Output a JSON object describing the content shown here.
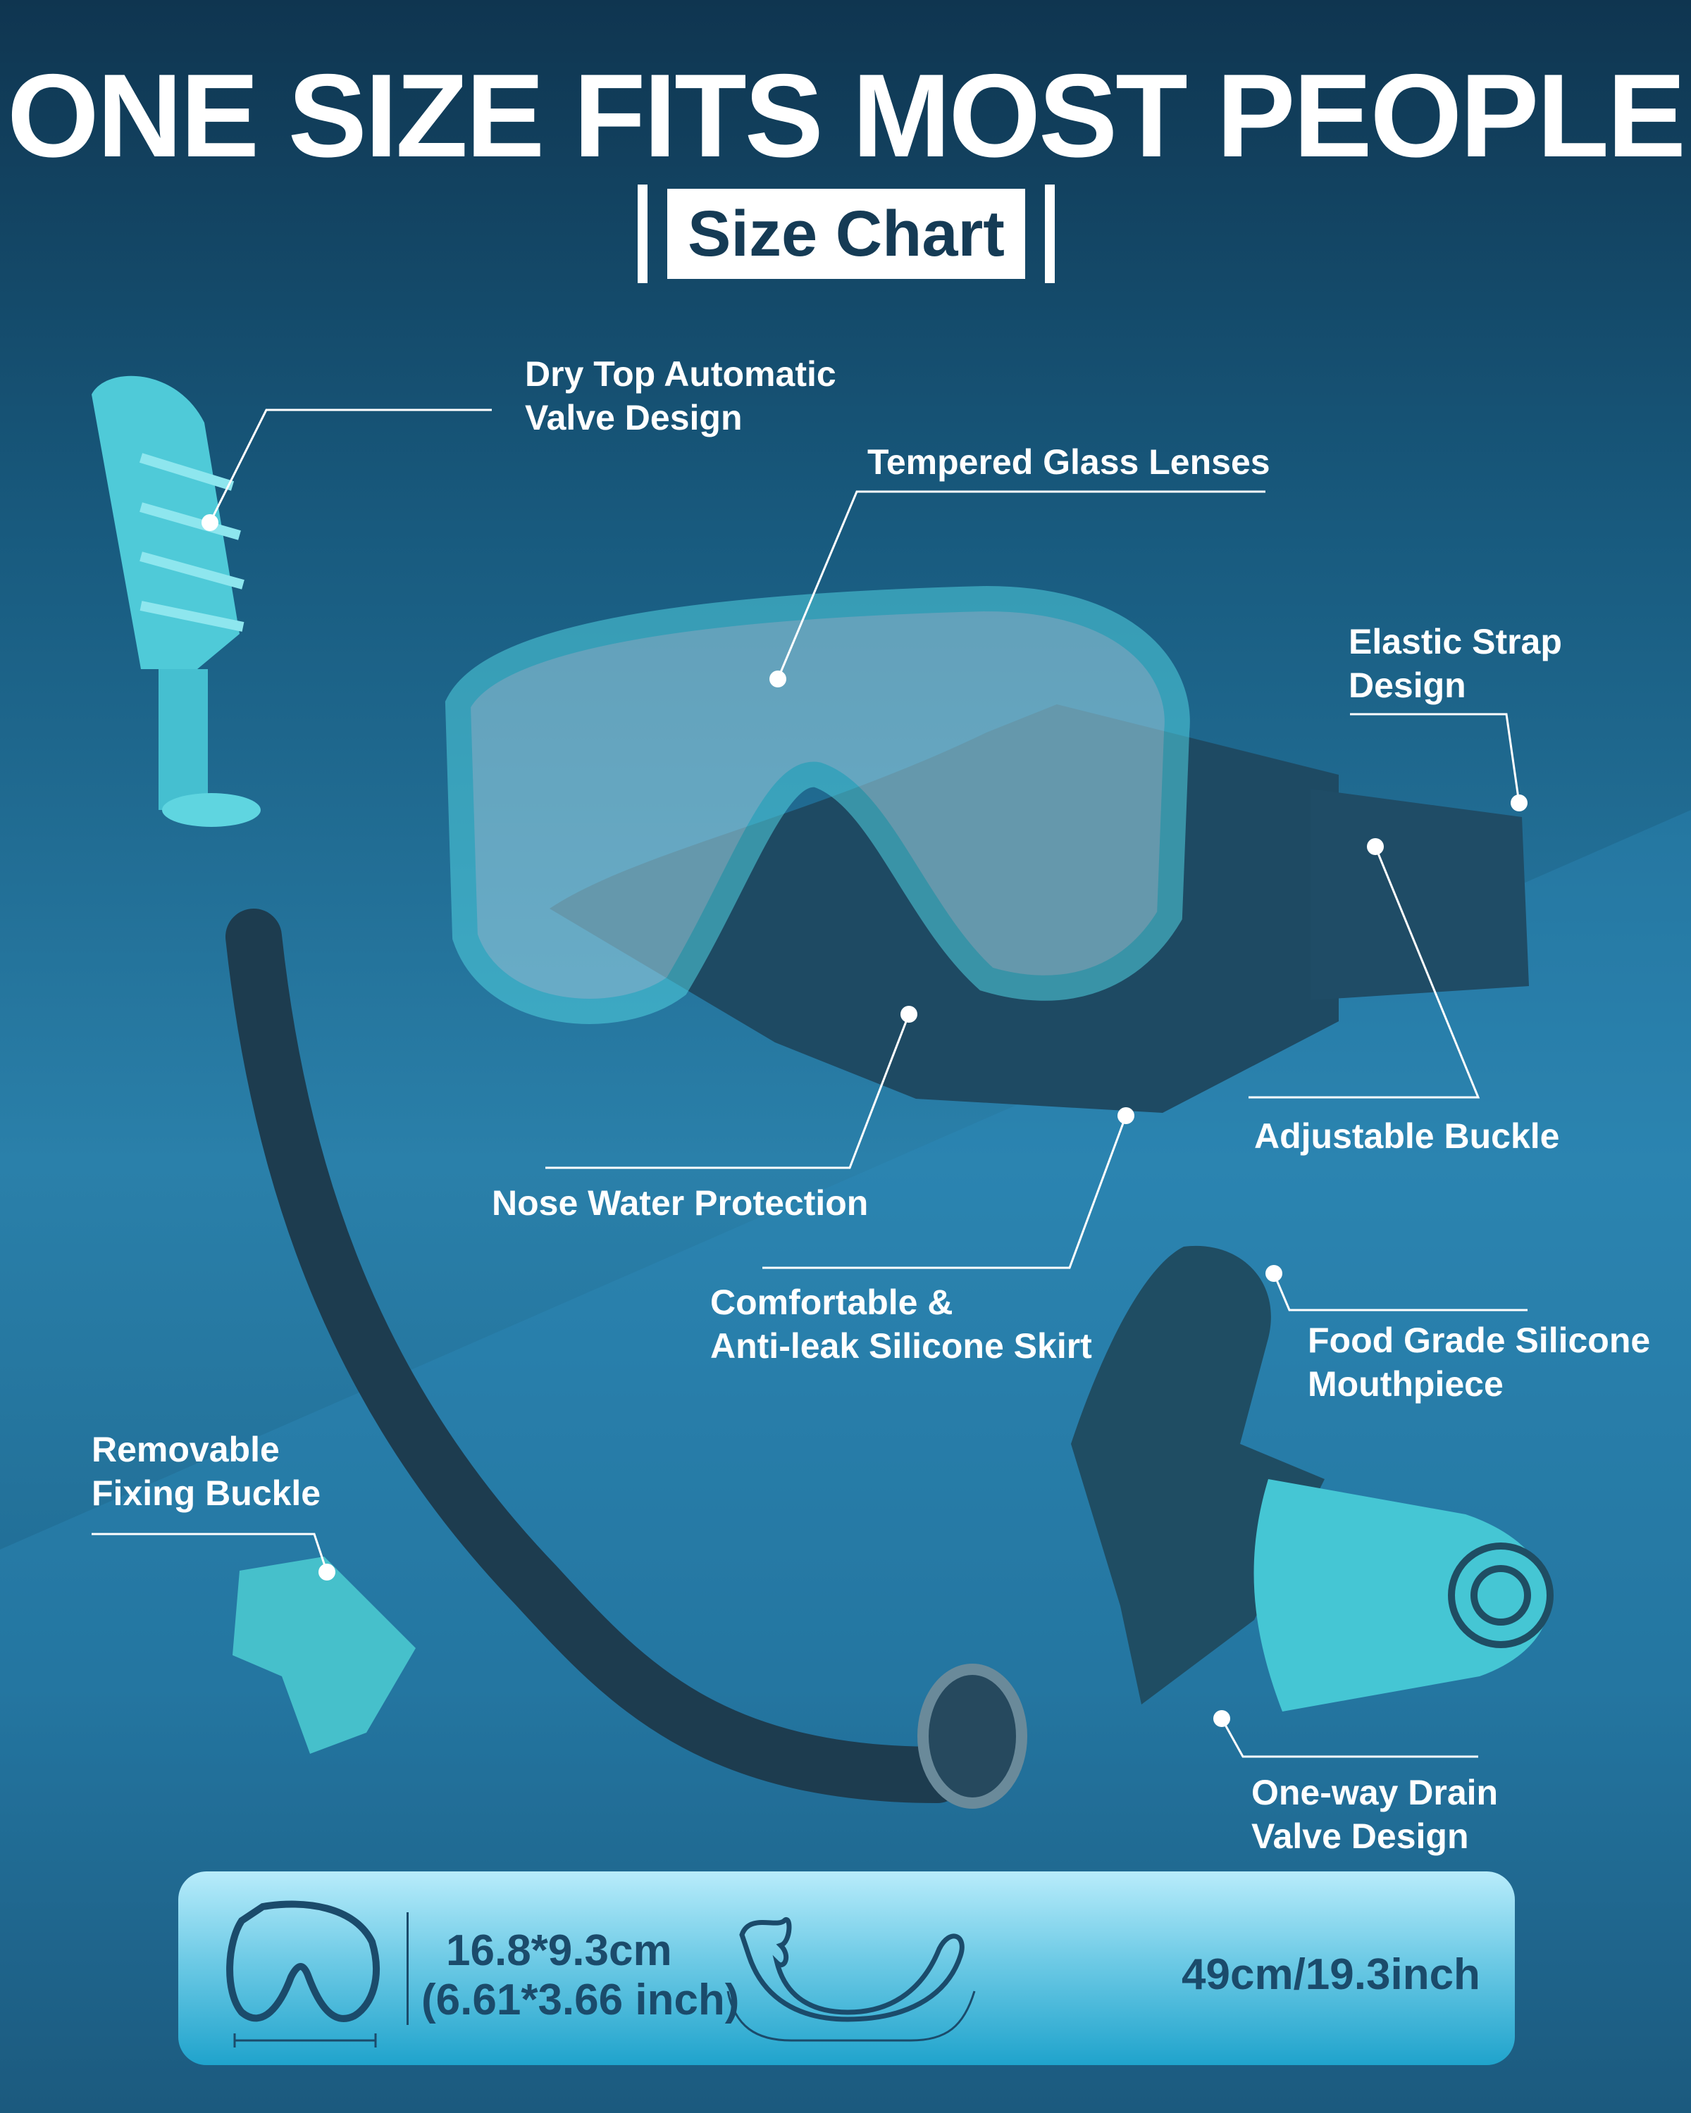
{
  "header": {
    "title": "ONE SIZE FITS MOST PEOPLE",
    "subtitle": "Size Chart"
  },
  "features": [
    {
      "line1": "Dry Top Automatic",
      "line2": "Valve Design"
    },
    {
      "line1": "Tempered Glass Lenses"
    },
    {
      "line1": "Elastic Strap",
      "line2": "Design"
    },
    {
      "line1": "Adjustable Buckle"
    },
    {
      "line1": "Nose Water Protection"
    },
    {
      "line1": "Comfortable &",
      "line2": "Anti-leak Silicone Skirt"
    },
    {
      "line1": "Food Grade Silicone",
      "line2": "Mouthpiece"
    },
    {
      "line1": "Removable",
      "line2": "Fixing Buckle"
    },
    {
      "line1": "One-way Drain",
      "line2": "Valve Design"
    }
  ],
  "size_panel": {
    "mask_size_cm": "16.8*9.3cm",
    "mask_size_inch": "(6.61*3.66 inch)",
    "snorkel_length": "49cm/19.3inch"
  },
  "colors": {
    "accent": "#4fd0de",
    "dark": "#173c52",
    "panel_text": "#1b4b6b"
  }
}
